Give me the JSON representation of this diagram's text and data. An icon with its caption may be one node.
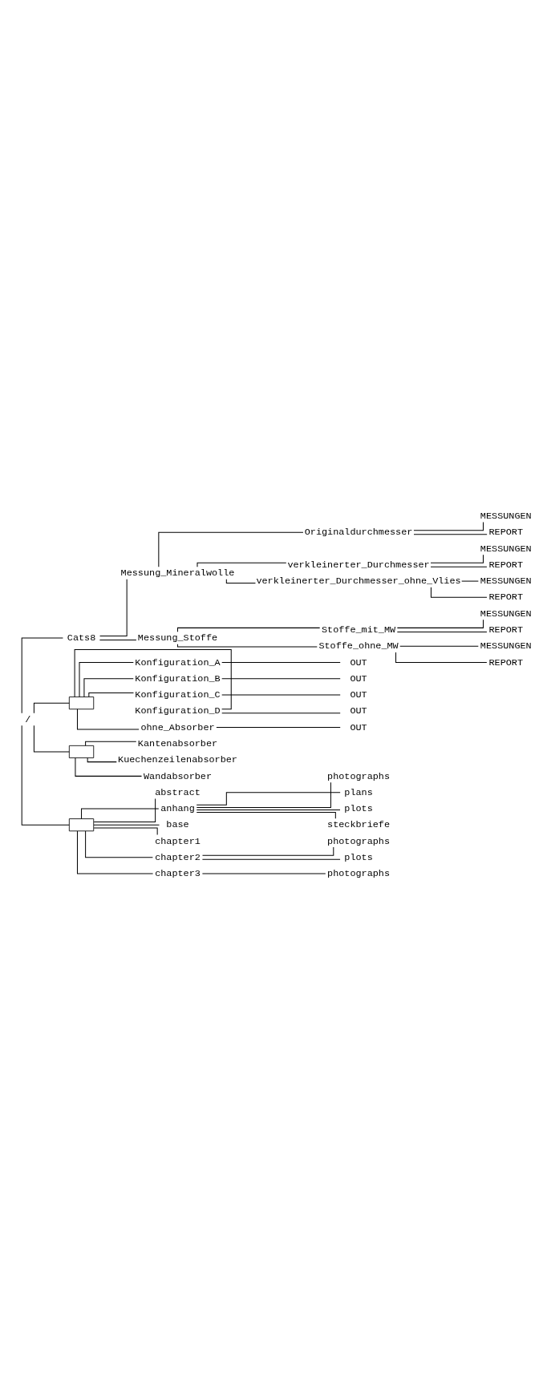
{
  "diagram": {
    "nodes": [
      {
        "text": [
          "/"
        ]
      },
      {
        "text": [
          "Cats8"
        ]
      },
      {
        "text": [
          "Messung_Mineralwolle"
        ]
      },
      {
        "text": [
          "Originaldurchmesser"
        ]
      },
      {
        "text": [
          "MESSUNGEN"
        ]
      },
      {
        "text": [
          "REPORT"
        ]
      },
      {
        "text": [
          "verkleinerter_Durchmesser"
        ]
      },
      {
        "text": [
          "MESSUNGEN"
        ]
      },
      {
        "text": [
          "REPORT"
        ]
      },
      {
        "text": [
          "verkleinerter_Durchmesser_ohne_Vlies"
        ]
      },
      {
        "text": [
          "MESSUNGEN"
        ]
      },
      {
        "text": [
          "REPORT"
        ]
      },
      {
        "text": [
          "Messung_Stoffe"
        ]
      },
      {
        "text": [
          "Stoffe_mit_MW"
        ]
      },
      {
        "text": [
          "MESSUNGEN"
        ]
      },
      {
        "text": [
          "REPORT"
        ]
      },
      {
        "text": [
          "Stoffe_ohne_MW"
        ]
      },
      {
        "text": [
          "MESSUNGEN"
        ]
      },
      {
        "text": [
          "REPORT"
        ]
      },
      {
        "text": [],
        "shape": "box"
      },
      {
        "text": [
          "Konfiguration_A"
        ]
      },
      {
        "text": [
          "OUT"
        ]
      },
      {
        "text": [
          "Konfiguration_B"
        ]
      },
      {
        "text": [
          "OUT"
        ]
      },
      {
        "text": [
          "Konfiguration_C"
        ]
      },
      {
        "text": [
          "OUT"
        ]
      },
      {
        "text": [
          "Konfiguration_D"
        ]
      },
      {
        "text": [
          "OUT"
        ]
      },
      {
        "text": [
          "ohne_Absorber"
        ]
      },
      {
        "text": [
          "OUT"
        ]
      },
      {
        "text": [],
        "shape": "box"
      },
      {
        "text": [
          "Kantenabsorber"
        ]
      },
      {
        "text": [
          "Kuechenzeilenabsorber"
        ]
      },
      {
        "text": [
          "Wandabsorber"
        ]
      },
      {
        "text": [],
        "shape": "box"
      },
      {
        "text": [
          "abstract"
        ]
      },
      {
        "text": [
          "anhang"
        ]
      },
      {
        "text": [
          "photographs"
        ]
      },
      {
        "text": [
          "plans"
        ]
      },
      {
        "text": [
          "plots"
        ]
      },
      {
        "text": [
          "steckbriefe"
        ]
      },
      {
        "text": [
          "base"
        ]
      },
      {
        "text": [
          "chapter1"
        ]
      },
      {
        "text": [
          "chapter2"
        ]
      },
      {
        "text": [
          "photographs"
        ]
      },
      {
        "text": [
          "plots"
        ]
      },
      {
        "text": [
          "chapter3"
        ]
      },
      {
        "text": [
          "photographs"
        ]
      }
    ],
    "edges": [
      {
        "from": 0,
        "to": 1,
        "arrow": "none"
      },
      {
        "from": 1,
        "to": 2,
        "arrow": "none"
      },
      {
        "from": 2,
        "to": 3,
        "arrow": "none"
      },
      {
        "from": 3,
        "to": 4,
        "arrow": "none"
      },
      {
        "from": 3,
        "to": 5,
        "arrow": "none"
      },
      {
        "from": 2,
        "to": 6,
        "arrow": "none"
      },
      {
        "from": 6,
        "to": 7,
        "arrow": "none"
      },
      {
        "from": 6,
        "to": 8,
        "arrow": "none"
      },
      {
        "from": 2,
        "to": 9,
        "arrow": "none"
      },
      {
        "from": 9,
        "to": 10,
        "arrow": "none"
      },
      {
        "from": 9,
        "to": 11,
        "arrow": "none"
      },
      {
        "from": 1,
        "to": 12,
        "arrow": "none"
      },
      {
        "from": 12,
        "to": 13,
        "arrow": "none"
      },
      {
        "from": 13,
        "to": 14,
        "arrow": "none"
      },
      {
        "from": 13,
        "to": 15,
        "arrow": "none"
      },
      {
        "from": 12,
        "to": 16,
        "arrow": "none"
      },
      {
        "from": 16,
        "to": 17,
        "arrow": "none"
      },
      {
        "from": 16,
        "to": 18,
        "arrow": "none"
      },
      {
        "from": 0,
        "to": 19,
        "arrow": "none"
      },
      {
        "from": 19,
        "to": 20,
        "arrow": "none"
      },
      {
        "from": 20,
        "to": 21,
        "arrow": "none"
      },
      {
        "from": 19,
        "to": 22,
        "arrow": "none"
      },
      {
        "from": 22,
        "to": 23,
        "arrow": "none"
      },
      {
        "from": 19,
        "to": 24,
        "arrow": "none"
      },
      {
        "from": 24,
        "to": 25,
        "arrow": "none"
      },
      {
        "from": 19,
        "to": 26,
        "arrow": "none"
      },
      {
        "from": 26,
        "to": 27,
        "arrow": "none"
      },
      {
        "from": 19,
        "to": 28,
        "arrow": "none"
      },
      {
        "from": 28,
        "to": 29,
        "arrow": "none"
      },
      {
        "from": 0,
        "to": 30,
        "arrow": "none"
      },
      {
        "from": 30,
        "to": 31,
        "arrow": "none"
      },
      {
        "from": 30,
        "to": 32,
        "arrow": "none"
      },
      {
        "from": 30,
        "to": 33,
        "arrow": "none"
      },
      {
        "from": 0,
        "to": 34,
        "arrow": "none"
      },
      {
        "from": 34,
        "to": 35,
        "arrow": "none"
      },
      {
        "from": 34,
        "to": 36,
        "arrow": "none"
      },
      {
        "from": 36,
        "to": 37,
        "arrow": "none"
      },
      {
        "from": 36,
        "to": 38,
        "arrow": "none"
      },
      {
        "from": 36,
        "to": 39,
        "arrow": "none"
      },
      {
        "from": 36,
        "to": 40,
        "arrow": "none"
      },
      {
        "from": 34,
        "to": 41,
        "arrow": "none"
      },
      {
        "from": 34,
        "to": 42,
        "arrow": "none"
      },
      {
        "from": 34,
        "to": 43,
        "arrow": "none"
      },
      {
        "from": 43,
        "to": 44,
        "arrow": "none"
      },
      {
        "from": 43,
        "to": 45,
        "arrow": "none"
      },
      {
        "from": 34,
        "to": 46,
        "arrow": "none"
      },
      {
        "from": 46,
        "to": 47,
        "arrow": "none"
      }
    ]
  }
}
